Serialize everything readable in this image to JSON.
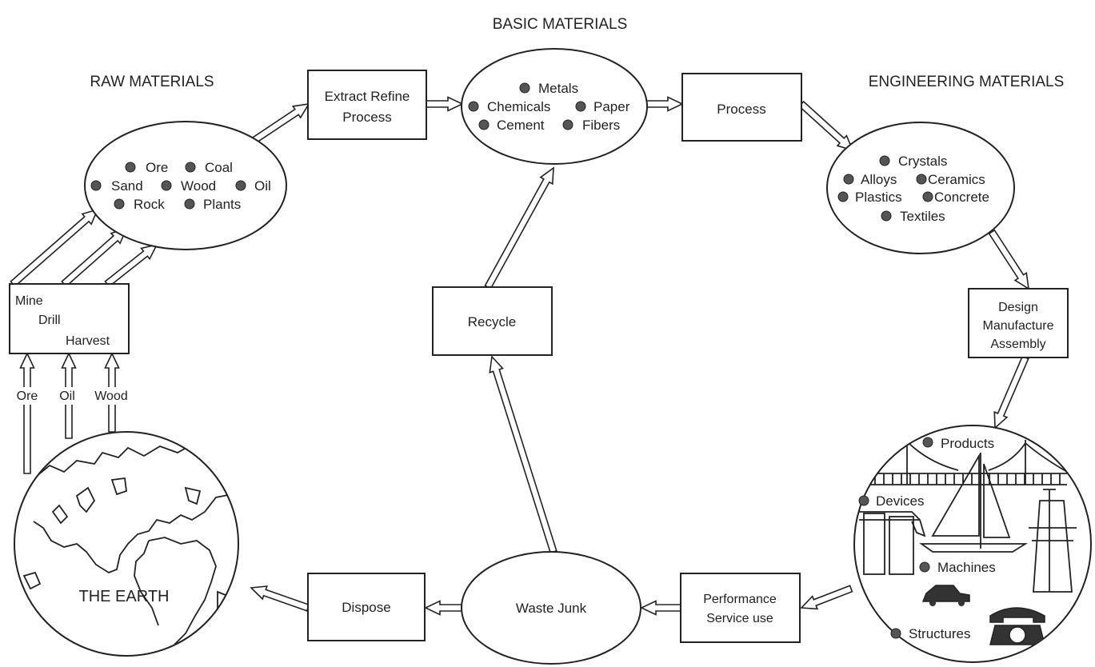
{
  "headers": {
    "raw": "RAW MATERIALS",
    "basic": "BASIC MATERIALS",
    "engineering": "ENGINEERING MATERIALS"
  },
  "boxes": {
    "extract": [
      "Extract Refine",
      "Process"
    ],
    "process": "Process",
    "design": [
      "Design",
      "Manufacture",
      "Assembly"
    ],
    "recycle": "Recycle",
    "dispose": "Dispose",
    "performance": [
      "Performance",
      "Service use"
    ],
    "mine": [
      "Mine",
      "Drill",
      "Harvest"
    ]
  },
  "raw_items": [
    "Ore",
    "Coal",
    "Sand",
    "Wood",
    "Oil",
    "Rock",
    "Plants"
  ],
  "basic_items": [
    "Metals",
    "Chemicals",
    "Paper",
    "Cement",
    "Fibers"
  ],
  "eng_items": [
    "Crystals",
    "Alloys",
    "Ceramics",
    "Plastics",
    "Concrete",
    "Textiles"
  ],
  "product_items": [
    "Products",
    "Devices",
    "Machines",
    "Structures"
  ],
  "waste": "Waste Junk",
  "earth": "THE EARTH",
  "earth_arrows": [
    "Ore",
    "Oil",
    "Wood"
  ]
}
